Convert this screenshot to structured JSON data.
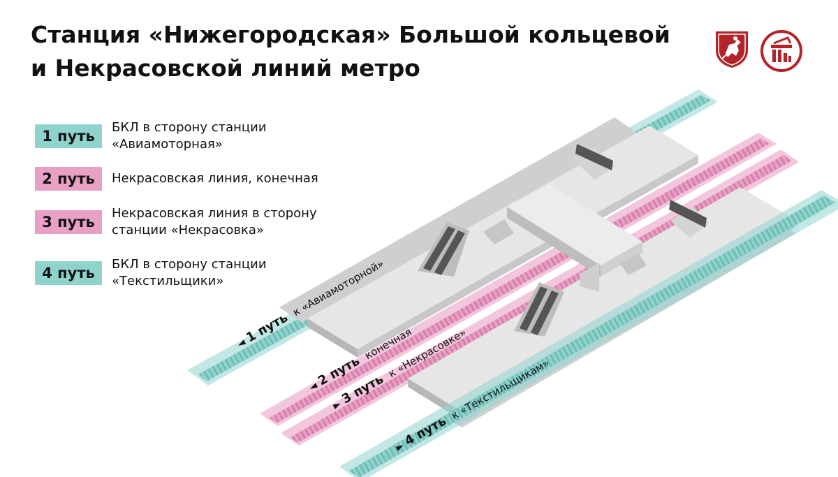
{
  "title": {
    "line1": "Станция «Нижегородская» Большой кольцевой",
    "line2": "и Некрасовской линий метро"
  },
  "logos": [
    {
      "name": "moscow-coat-of-arms-icon",
      "color": "#b3232a"
    },
    {
      "name": "mosinzhproekt-logo-icon",
      "color": "#b3232a"
    }
  ],
  "colors": {
    "teal": "#8fd3cd",
    "pink": "#e9a0c5",
    "platform": "#e4e4e4",
    "brand_red": "#b3232a"
  },
  "legend": [
    {
      "badge": "1 путь",
      "color": "teal",
      "line1": "БКЛ в сторону станции",
      "line2": "«Авиамоторная»"
    },
    {
      "badge": "2 путь",
      "color": "pink",
      "line1": "Некрасовская линия, конечная",
      "line2": ""
    },
    {
      "badge": "3 путь",
      "color": "pink",
      "line1": "Некрасовская линия в сторону",
      "line2": "станции «Некрасовка»"
    },
    {
      "badge": "4 путь",
      "color": "teal",
      "line1": "БКЛ в сторону станции",
      "line2": "«Текстильщики»"
    }
  ],
  "track_labels": [
    {
      "arrow": "◄",
      "bold": "1 путь",
      "text": "к «Авиамоторной»"
    },
    {
      "arrow": "◄",
      "bold": "2 путь",
      "text": "конечная"
    },
    {
      "arrow": "►",
      "bold": "3 путь",
      "text": "к «Некрасовке»"
    },
    {
      "arrow": "►",
      "bold": "4 путь",
      "text": "к «Текстильщикам»"
    }
  ]
}
